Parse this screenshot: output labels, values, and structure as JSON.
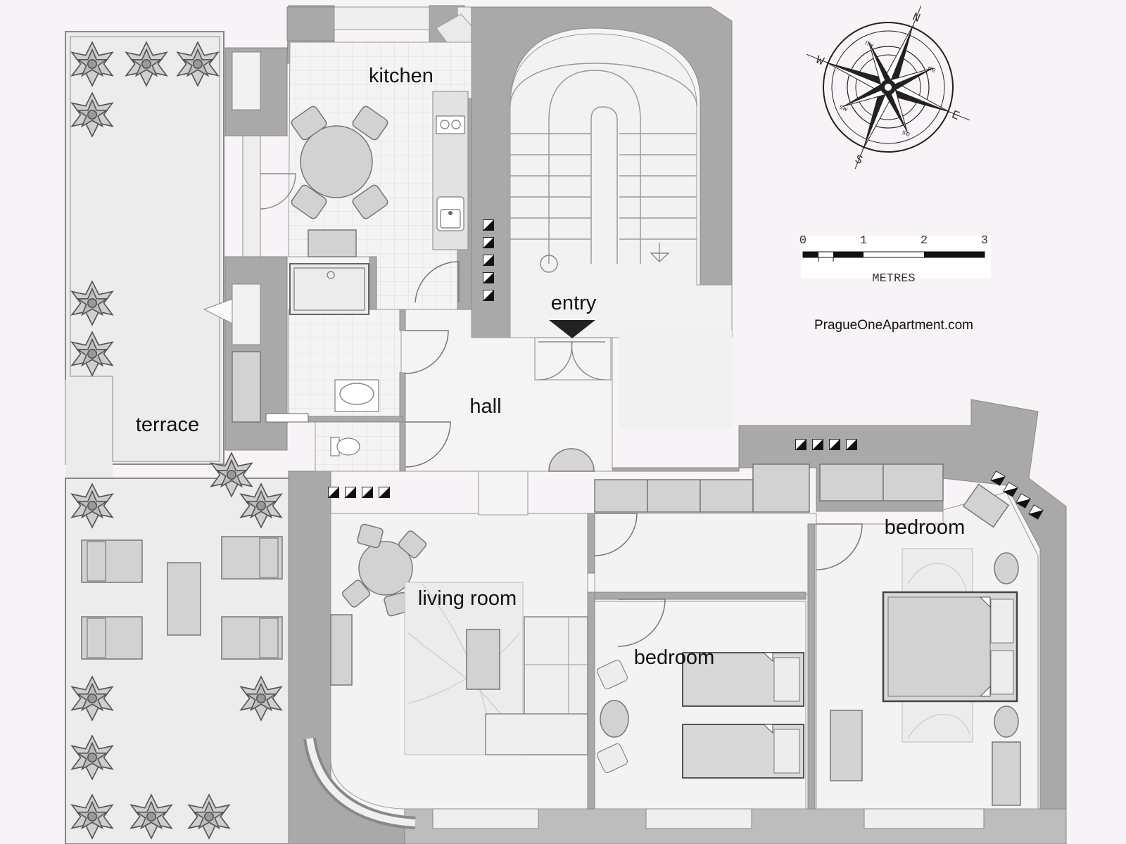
{
  "labels": {
    "kitchen": "kitchen",
    "entry": "entry",
    "hall": "hall",
    "terrace": "terrace",
    "living_room": "living room",
    "bedroom_small": "bedroom",
    "bedroom_large": "bedroom"
  },
  "website": "PragueOneApartment.com",
  "scale": {
    "ticks": [
      "0",
      "1",
      "2",
      "3"
    ],
    "unit": "METRES"
  },
  "compass": {
    "N": "N",
    "E": "E",
    "S": "S",
    "W": "W",
    "ne": "ne",
    "se": "se",
    "sw": "sw",
    "nw": "nw"
  },
  "colors": {
    "wall": "#a9a9a9",
    "floor": "#f3f3f3",
    "terrace": "#ececec",
    "furniture": "#d2d2d2",
    "background": "#f7f3f7"
  }
}
